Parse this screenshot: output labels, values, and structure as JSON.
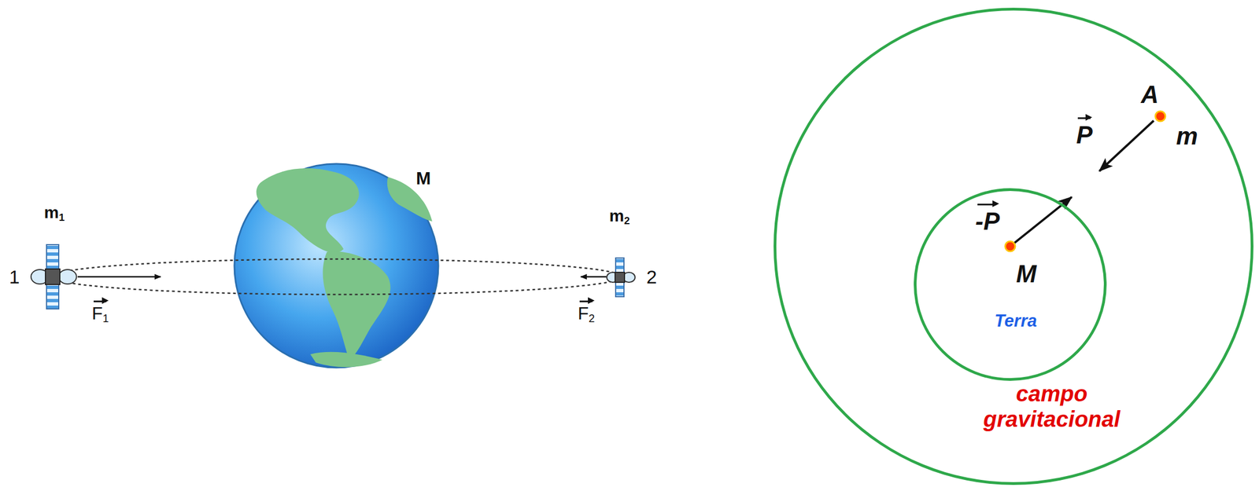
{
  "diagram": {
    "nodes": [
      {
        "text": [
          "campo gravitacional"
        ]
      },
      {
        "text": [
          "Terra"
        ],
        "in": 0
      }
    ],
    "labels": [
      "m1",
      "1",
      "F1",
      "M",
      "m2",
      "2",
      "F2",
      "A",
      "m",
      "P",
      "-P",
      "M"
    ]
  }
}
